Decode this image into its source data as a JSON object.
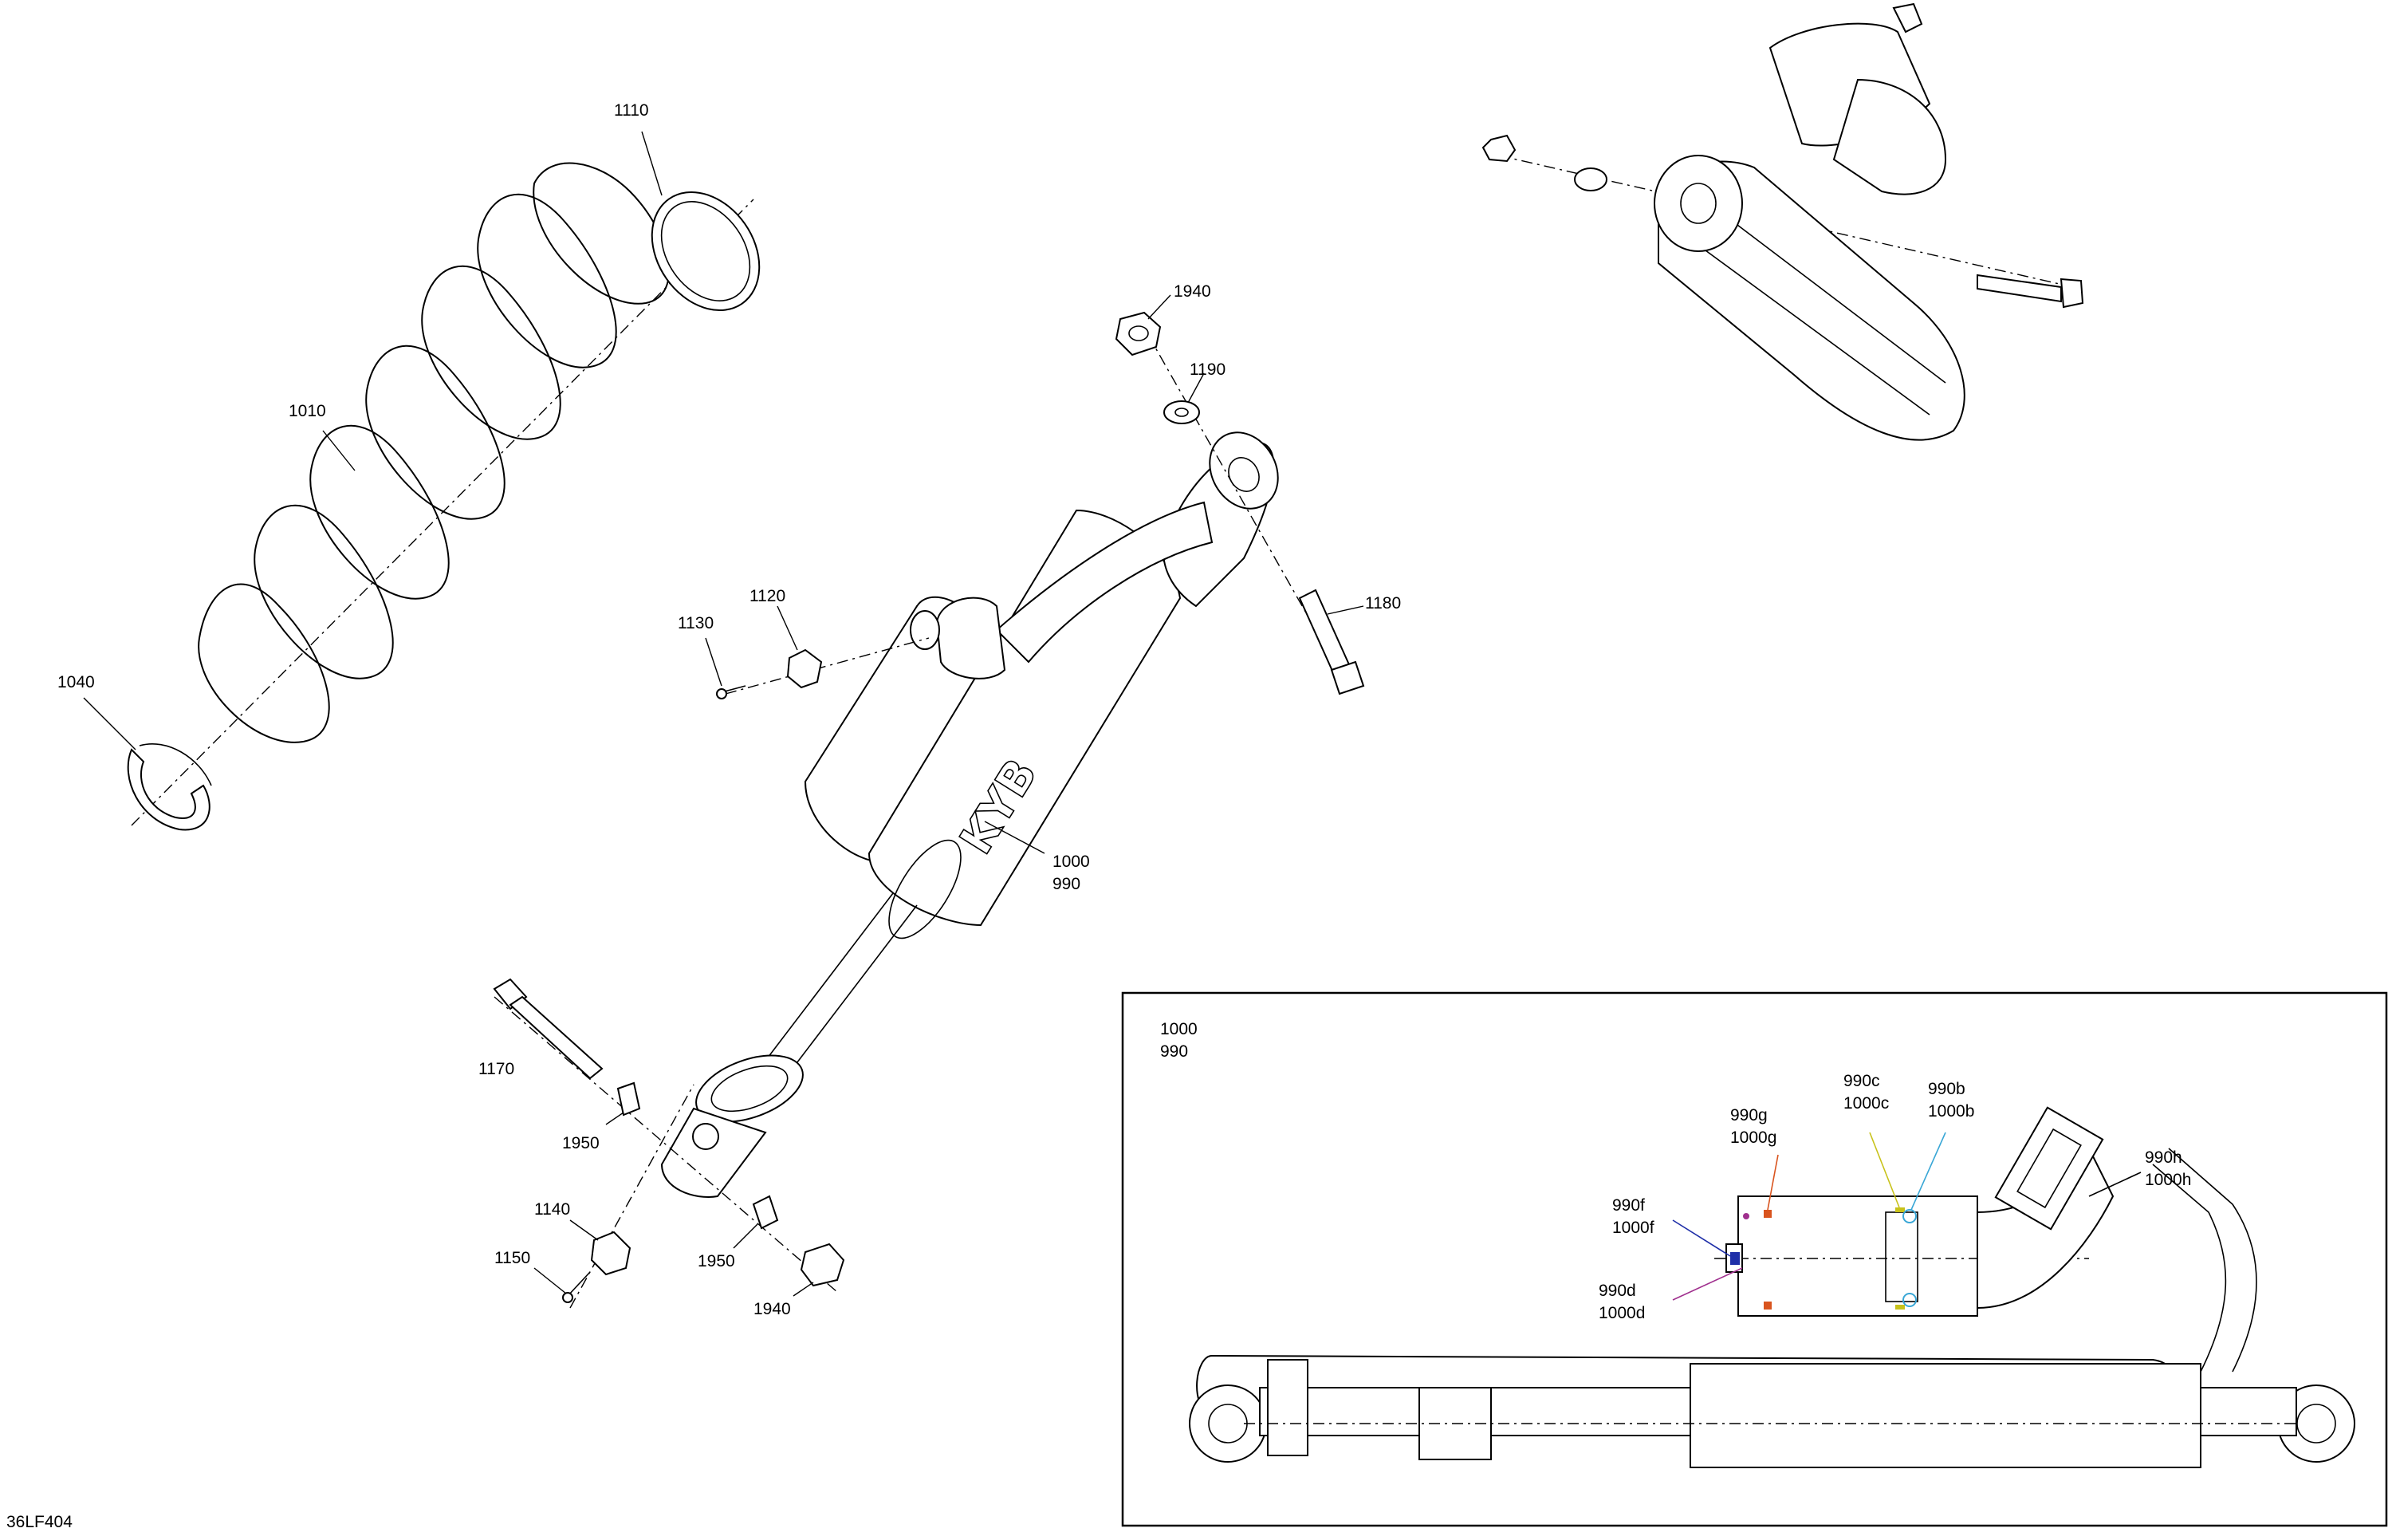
{
  "diagram_id": "36LF404",
  "labels": {
    "p1110": "1110",
    "p1010": "1010",
    "p1040": "1040",
    "p1940_top": "1940",
    "p1190": "1190",
    "p1180": "1180",
    "p1130": "1130",
    "p1120": "1120",
    "p1000_main": "1000",
    "p990_main": "990",
    "p1170": "1170",
    "p1950_a": "1950",
    "p1140": "1140",
    "p1150": "1150",
    "p1950_b": "1950",
    "p1940_bot": "1940"
  },
  "inset": {
    "title_1000": "1000",
    "title_990": "990",
    "callouts": {
      "g_990": "990g",
      "g_1000": "1000g",
      "c_990": "990c",
      "c_1000": "1000c",
      "b_990": "990b",
      "b_1000": "1000b",
      "h_990": "990h",
      "h_1000": "1000h",
      "f_990": "990f",
      "f_1000": "1000f",
      "d_990": "990d",
      "d_1000": "1000d"
    },
    "colors": {
      "g": "#d9541e",
      "c": "#c8c21a",
      "b": "#3aa7d6",
      "f": "#1f2fa8",
      "d": "#a0308e",
      "h": "#000000"
    }
  }
}
